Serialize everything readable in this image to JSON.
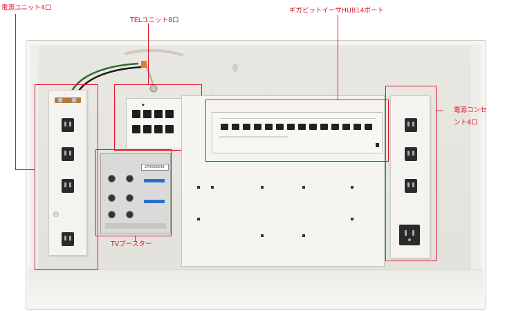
{
  "labels": {
    "power4_left": "電源ユニット4口",
    "tel_unit": "TELユニット8口",
    "hub": "ギガビットイーサHUB14ポート",
    "outlet4_line1": "電源コンセ",
    "outlet4_line2": "ント4口",
    "tv_booster": "TVブースター"
  },
  "device_text": {
    "tv_serial": "270085508"
  },
  "colors": {
    "callout": "#e0142a",
    "cabinet": "#efeeea",
    "outlet": "#2a2a2a"
  },
  "counts": {
    "hub_ports": 14,
    "left_outlets": 4,
    "right_outlets": 4
  }
}
